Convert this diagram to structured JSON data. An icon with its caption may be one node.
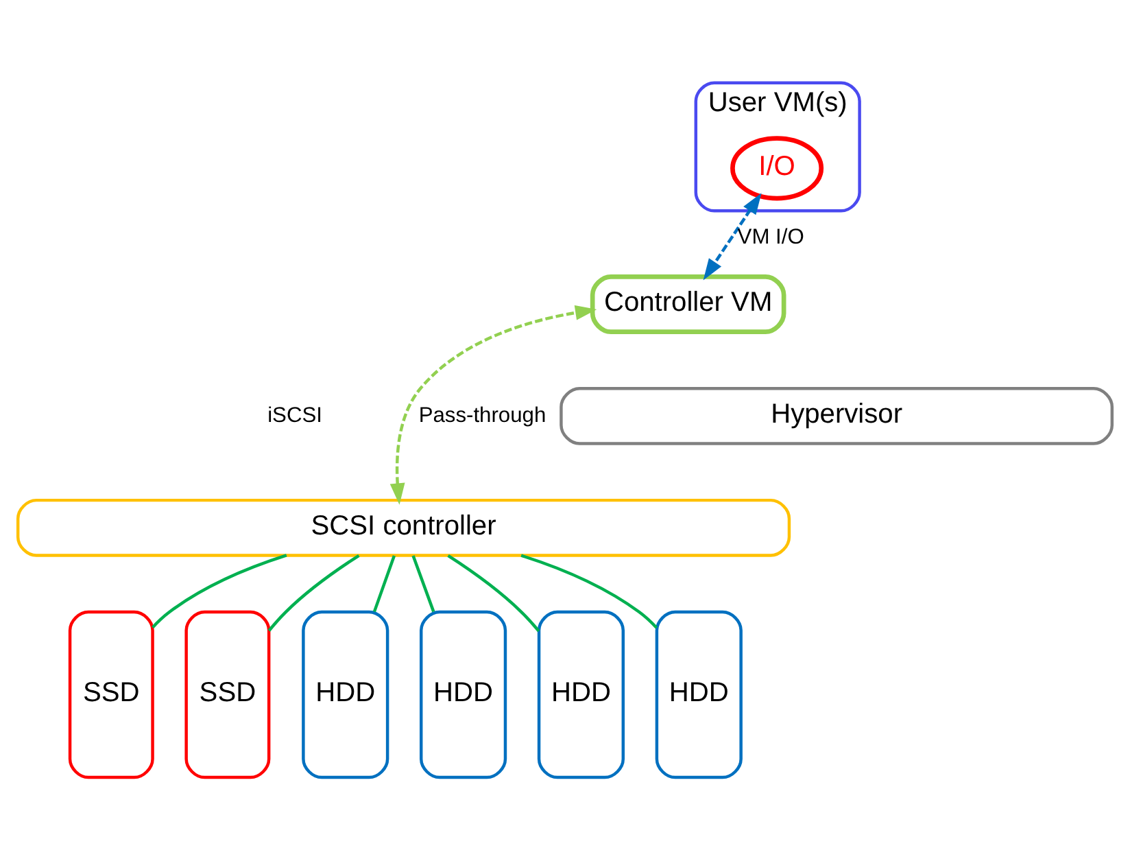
{
  "diagram": {
    "nodes": [
      {
        "text": [
          "Controller VM"
        ]
      },
      {
        "text": [
          "User VM(s)"
        ]
      },
      {
        "text": [
          "I/O"
        ],
        "in": 1
      },
      {
        "text": [
          "Hypervisor"
        ]
      },
      {
        "text": [
          "SCSI controller"
        ]
      },
      {
        "text": [
          "SSD"
        ]
      },
      {
        "text": [
          "SSD"
        ]
      },
      {
        "text": [
          "HDD"
        ]
      },
      {
        "text": [
          "HDD"
        ]
      },
      {
        "text": [
          "HDD"
        ]
      },
      {
        "text": [
          "HDD"
        ]
      }
    ],
    "edges": [
      {
        "from": 4,
        "to": 0,
        "arrow": "both",
        "style": "dashed",
        "color": "#92d050",
        "label": "Pass-through"
      },
      {
        "from": 2,
        "to": 0,
        "arrow": "both",
        "style": "dashed",
        "color": "#0070c0",
        "label": "VM I/O"
      },
      {
        "from": 4,
        "to": 5,
        "arrow": "none"
      },
      {
        "from": 4,
        "to": 6,
        "arrow": "none"
      },
      {
        "from": 4,
        "to": 7,
        "arrow": "none"
      },
      {
        "from": 4,
        "to": 8,
        "arrow": "none"
      },
      {
        "from": 4,
        "to": 9,
        "arrow": "none"
      },
      {
        "from": 4,
        "to": 10,
        "arrow": "none"
      }
    ],
    "labels": [
      "iSCSI"
    ]
  }
}
